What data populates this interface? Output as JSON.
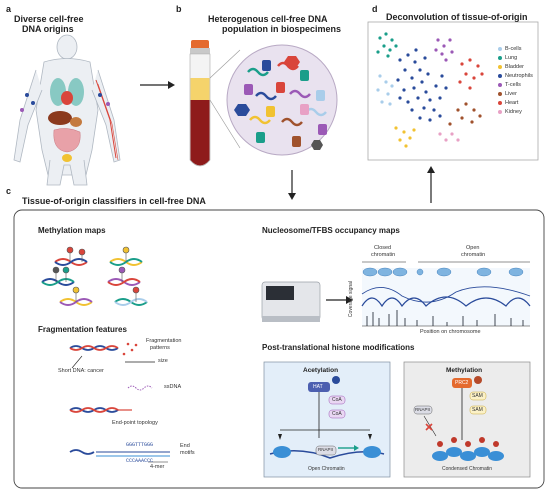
{
  "panel_a": {
    "letter": "a",
    "title_line1": "Diverse cell-free",
    "title_line2": "DNA origins"
  },
  "panel_b": {
    "letter": "b",
    "title_line1": "Heterogenous cell-free DNA",
    "title_line2": "population in biospecimens"
  },
  "panel_d": {
    "letter": "d",
    "title": "Deconvolution of tissue-of-origin",
    "legend": [
      {
        "label": "B-cells",
        "color": "#a9cdea"
      },
      {
        "label": "Lung",
        "color": "#1a9e8a"
      },
      {
        "label": "Bladder",
        "color": "#f1c232"
      },
      {
        "label": "Neutrophils",
        "color": "#2a4b9b"
      },
      {
        "label": "T-cells",
        "color": "#9b59b6"
      },
      {
        "label": "Liver",
        "color": "#a0522d"
      },
      {
        "label": "Heart",
        "color": "#d9453b"
      },
      {
        "label": "Kidney",
        "color": "#e8a1c5"
      }
    ]
  },
  "panel_c": {
    "letter": "c",
    "title": "Tissue-of-origin classifiers in cell-free DNA",
    "methylation_maps": "Methylation maps",
    "fragmentation": {
      "title": "Fragmentation features",
      "patterns_line1": "Fragmentation",
      "patterns_line2": "patterns",
      "size": "size",
      "short_dna": "Short DNA: cancer",
      "ssdna": "ssDNA",
      "endpoint": "End-point topology",
      "end_line1": "End",
      "end_line2": "motifs",
      "seq1": "GGGTTTGGG",
      "seq2": "CCCAAACCC",
      "mer": "4-mer"
    },
    "nucleosome": {
      "title": "Nucleosome/TFBS occupancy maps",
      "closed_line1": "Closed",
      "closed_line2": "chromatin",
      "open_line1": "Open",
      "open_line2": "chromatin",
      "ylabel": "Coverage signal",
      "xlabel": "Position on chromosome"
    },
    "ptm": {
      "title": "Post-translational histone modifications",
      "acetylation": {
        "title": "Acetylation",
        "hat": "HAT",
        "coa1": "CoA",
        "coa2": "CoA",
        "rnap": "RNAPII",
        "caption": "Open Chromatin"
      },
      "methylation": {
        "title": "Methylation",
        "prc2": "PRC2",
        "sam1": "SAM",
        "sam2": "SAM",
        "rnap": "RNAPII",
        "caption": "Condensed Chromatin"
      }
    }
  }
}
